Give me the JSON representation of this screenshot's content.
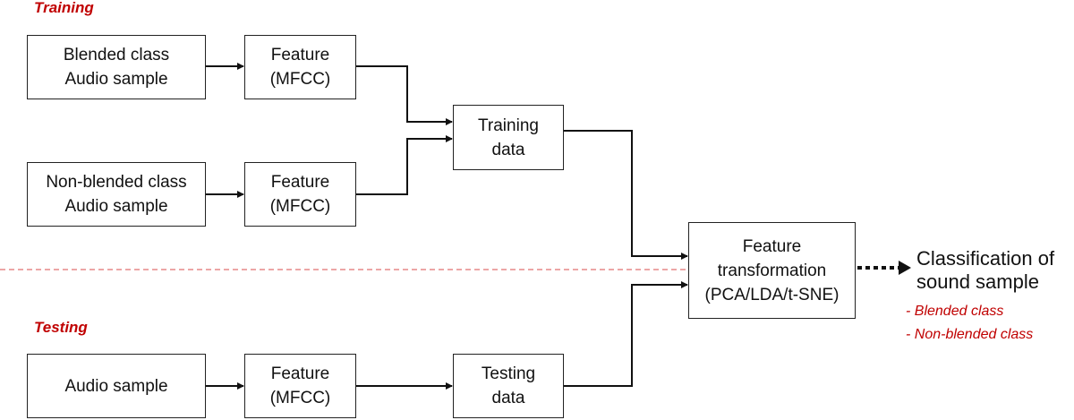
{
  "sections": {
    "training_label": "Training",
    "testing_label": "Testing"
  },
  "boxes": {
    "blended_sample": [
      "Blended class",
      "Audio sample"
    ],
    "feature_1": [
      "Feature",
      "(MFCC)"
    ],
    "training_data": [
      "Training",
      "data"
    ],
    "nonblended_sample": [
      "Non-blended class",
      "Audio sample"
    ],
    "feature_2": [
      "Feature",
      "(MFCC)"
    ],
    "feature_transformation": [
      "Feature",
      "transformation",
      "(PCA/LDA/t-SNE)"
    ],
    "audio_sample": [
      "Audio sample"
    ],
    "feature_3": [
      "Feature",
      "(MFCC)"
    ],
    "testing_data": [
      "Testing",
      "data"
    ]
  },
  "result": {
    "title_line1": "Classification of",
    "title_line2": "sound sample",
    "items": [
      "- Blended class",
      "- Non-blended class"
    ]
  },
  "colors": {
    "accent_red": "#c00000",
    "divider": "#e07070",
    "line": "#111111"
  }
}
